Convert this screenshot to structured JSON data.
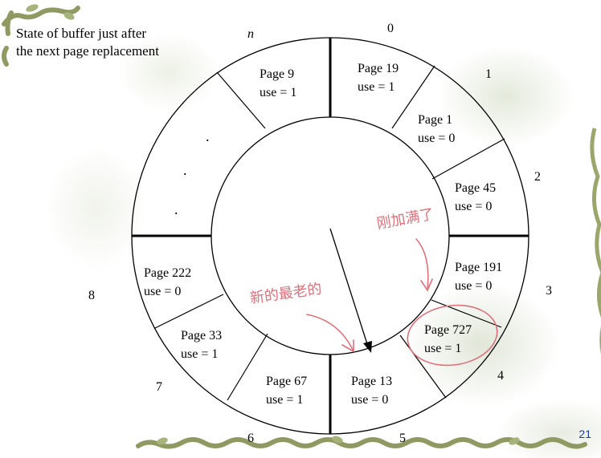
{
  "caption": {
    "line1": "State of buffer just after",
    "line2": "the next page replacement"
  },
  "slide_number": "21",
  "buffer": {
    "frame_labels": {
      "n": "n",
      "f0": "0",
      "f1": "1",
      "f2": "2",
      "f3": "3",
      "f4": "4",
      "f5": "5",
      "f6": "6",
      "f7": "7",
      "f8": "8"
    },
    "pages": [
      {
        "id": "page-9",
        "page": "Page 9",
        "use": "use = 1"
      },
      {
        "id": "page-19",
        "page": "Page 19",
        "use": "use = 1"
      },
      {
        "id": "page-1",
        "page": "Page 1",
        "use": "use = 0"
      },
      {
        "id": "page-45",
        "page": "Page 45",
        "use": "use = 0"
      },
      {
        "id": "page-191",
        "page": "Page 191",
        "use": "use = 0"
      },
      {
        "id": "page-727",
        "page": "Page 727",
        "use": "use = 1"
      },
      {
        "id": "page-13",
        "page": "Page 13",
        "use": "use = 0"
      },
      {
        "id": "page-67",
        "page": "Page 67",
        "use": "use = 1"
      },
      {
        "id": "page-33",
        "page": "Page 33",
        "use": "use = 1"
      },
      {
        "id": "page-222",
        "page": "Page 222",
        "use": "use = 0"
      }
    ],
    "ellipsis_dots": [
      ".",
      ".",
      "."
    ]
  },
  "annotations": {
    "top_right": "刚加满了",
    "left": "新的最老的"
  },
  "colors": {
    "annotation": "#e0707a",
    "slide_number": "#1f3f9f"
  }
}
